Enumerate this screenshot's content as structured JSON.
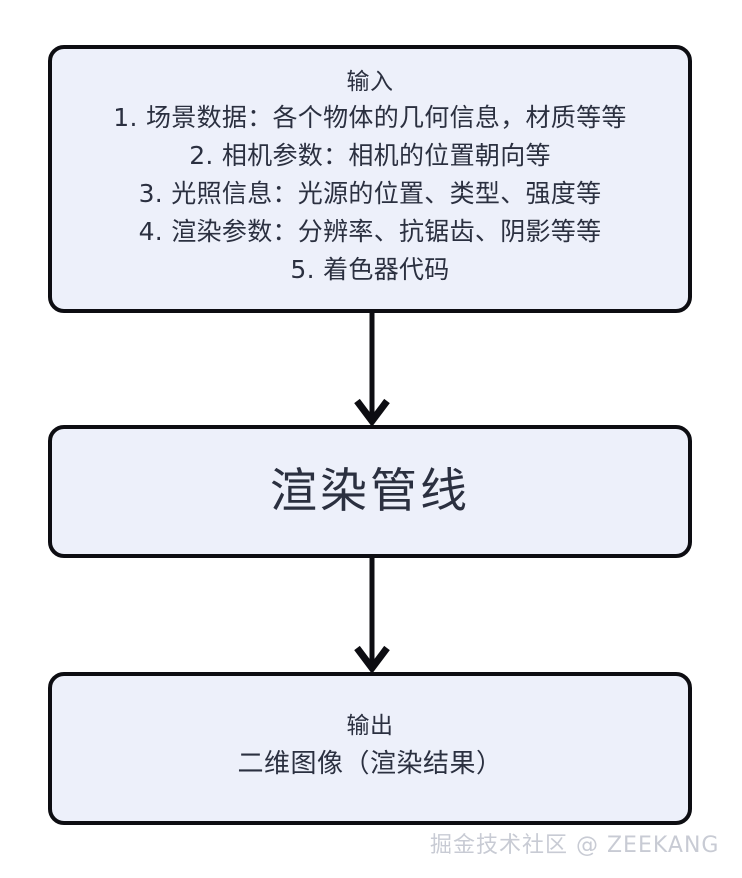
{
  "diagram": {
    "type": "flowchart",
    "orientation": "vertical",
    "background_color": "#ffffff",
    "node_fill_color": "#edf0fa",
    "node_border_color": "#0d0d12",
    "text_color": "#2b3040",
    "nodes": [
      {
        "id": "input",
        "title": "输入",
        "lines": [
          "1. 场景数据：各个物体的几何信息，材质等等",
          "2. 相机参数：相机的位置朝向等",
          "3. 光照信息：光源的位置、类型、强度等",
          "4. 渲染参数：分辨率、抗锯齿、阴影等等",
          "5. 着色器代码"
        ]
      },
      {
        "id": "pipeline",
        "title": "渲染管线",
        "lines": []
      },
      {
        "id": "output",
        "title": "输出",
        "lines": [
          "二维图像（渲染结果）"
        ]
      }
    ],
    "edges": [
      {
        "id": "edge-1",
        "from": "input",
        "to": "pipeline",
        "direction": "down",
        "style": "solid-arrow"
      },
      {
        "id": "edge-2",
        "from": "pipeline",
        "to": "output",
        "direction": "down",
        "style": "solid-arrow"
      }
    ]
  },
  "watermark": {
    "text": "掘金技术社区 @ ZEEKANG",
    "color": "#c6c9d2"
  }
}
